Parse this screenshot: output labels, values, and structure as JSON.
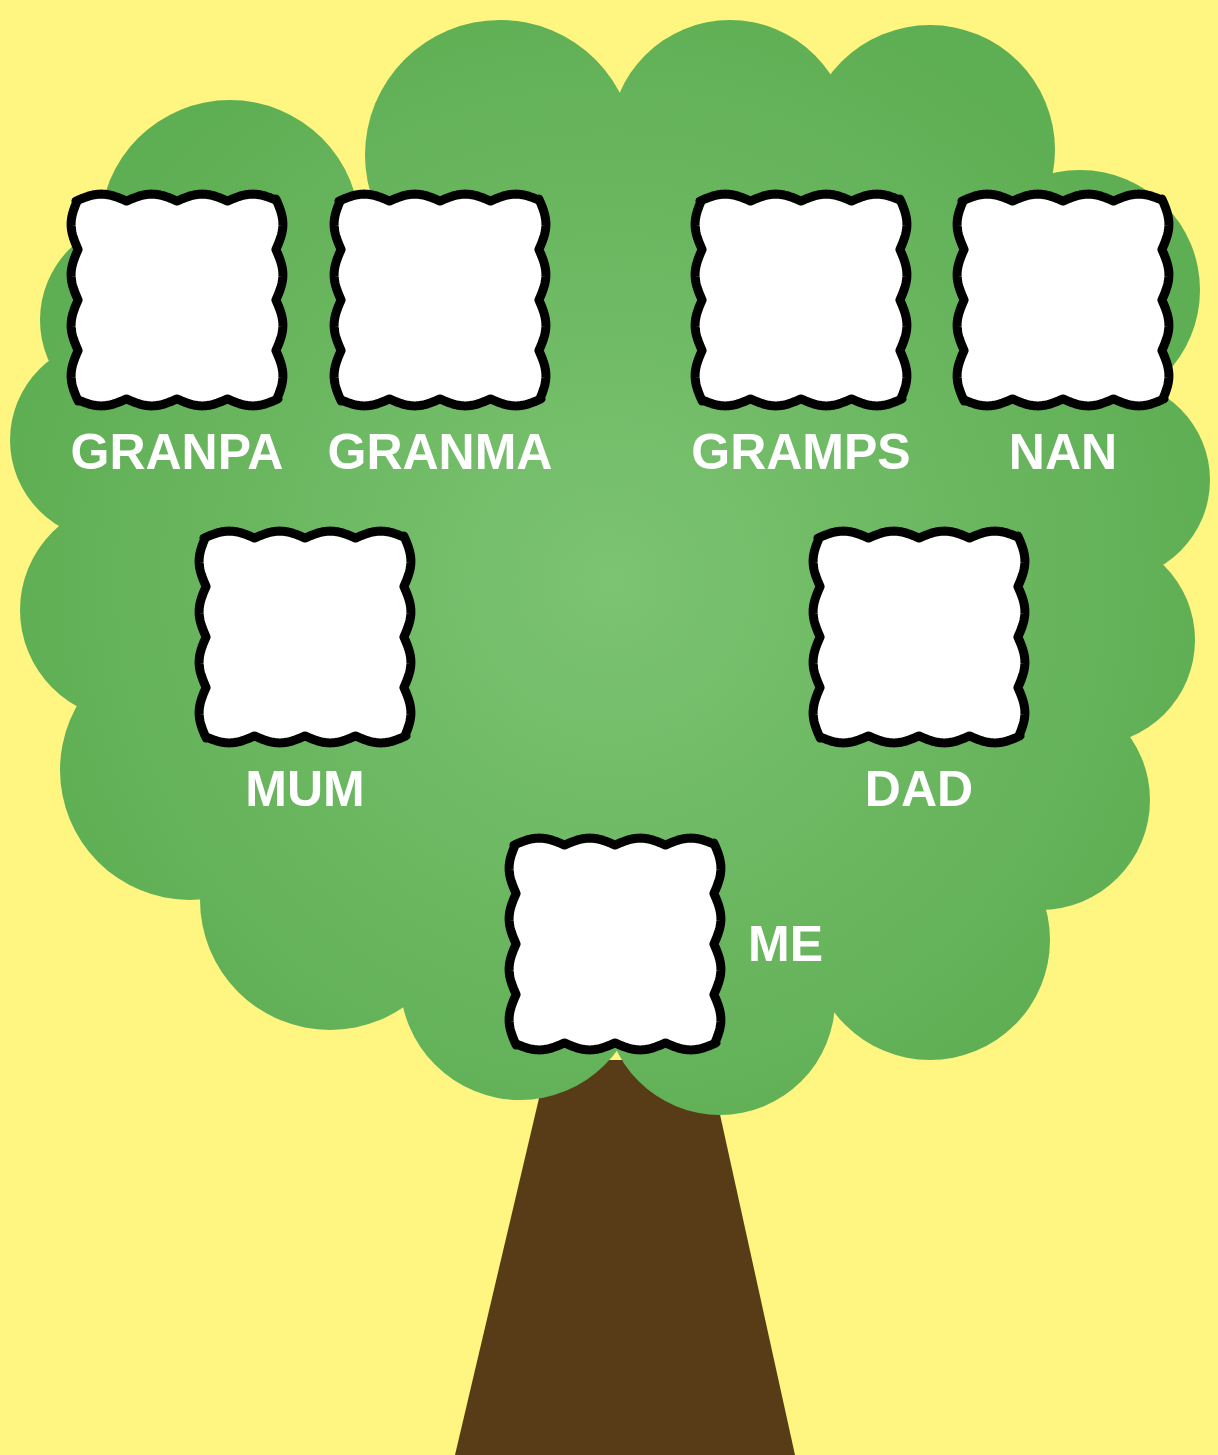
{
  "diagram": {
    "nodes": [
      {
        "text": [
          "GRANPA"
        ]
      },
      {
        "text": [
          "GRANMA"
        ]
      },
      {
        "text": [
          "GRAMPS"
        ]
      },
      {
        "text": [
          "NAN"
        ]
      },
      {
        "text": [
          "MUM"
        ]
      },
      {
        "text": [
          "DAD"
        ]
      },
      {
        "text": [
          "ME"
        ]
      }
    ]
  }
}
